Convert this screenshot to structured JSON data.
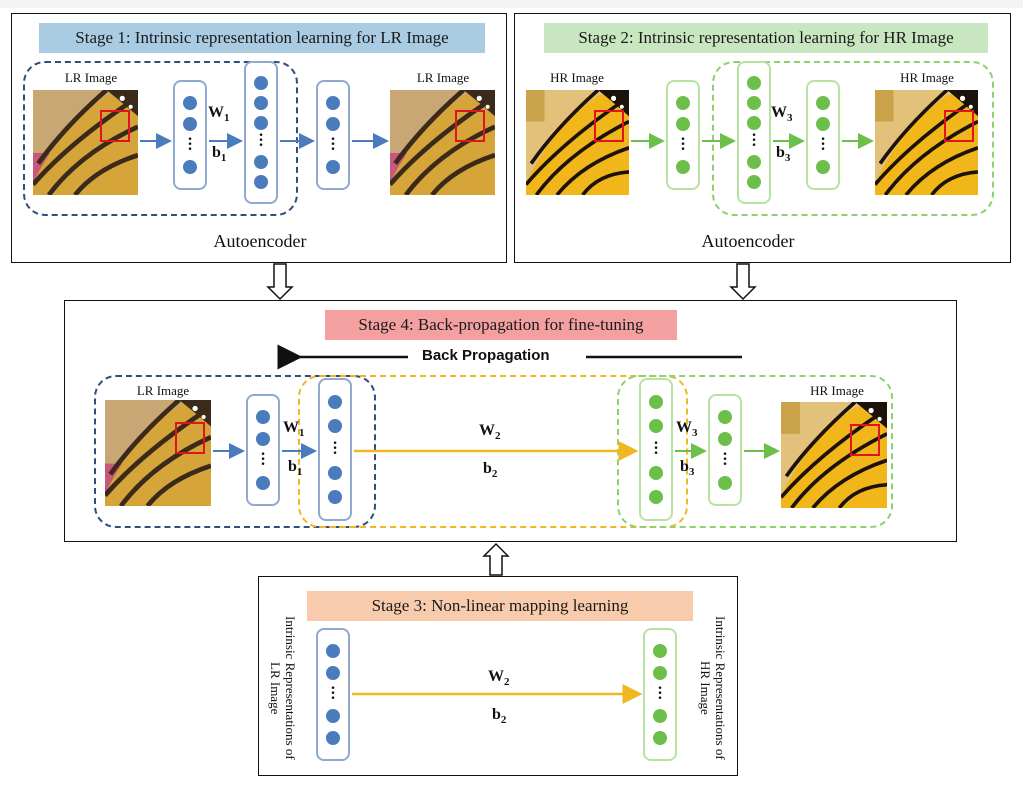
{
  "stage1": {
    "title": "Stage 1: Intrinsic representation learning for LR Image",
    "input_label": "LR Image",
    "output_label": "LR Image",
    "weight": "W",
    "weight_sub": "1",
    "bias": "b",
    "bias_sub": "1",
    "caption": "Autoencoder"
  },
  "stage2": {
    "title": "Stage 2: Intrinsic representation learning for HR Image",
    "input_label": "HR Image",
    "output_label": "HR Image",
    "weight": "W",
    "weight_sub": "3",
    "bias": "b",
    "bias_sub": "3",
    "caption": "Autoencoder"
  },
  "stage4": {
    "title": "Stage 4: Back-propagation for fine-tuning",
    "back_prop": "Back Propagation",
    "input_label": "LR Image",
    "output_label": "HR Image",
    "w1": "W",
    "w1_sub": "1",
    "b1": "b",
    "b1_sub": "1",
    "w2": "W",
    "w2_sub": "2",
    "b2": "b",
    "b2_sub": "2",
    "w3": "W",
    "w3_sub": "3",
    "b3": "b",
    "b3_sub": "3"
  },
  "stage3": {
    "title": "Stage 3: Non-linear mapping learning",
    "left_label": "Intrinsic Representations of LR Image",
    "right_label": "Intrinsic Representations of HR Image",
    "weight": "W",
    "weight_sub": "2",
    "bias": "b",
    "bias_sub": "2"
  },
  "colors": {
    "blue": "#4a7bbd",
    "green": "#6cc04a",
    "yellow": "#f0b722",
    "navy_dash": "#2f4f7f",
    "stage1_bg": "#a9cce3",
    "stage2_bg": "#c8e6c0",
    "stage4_bg": "#f4a0a0",
    "stage3_bg": "#f8cbad"
  }
}
